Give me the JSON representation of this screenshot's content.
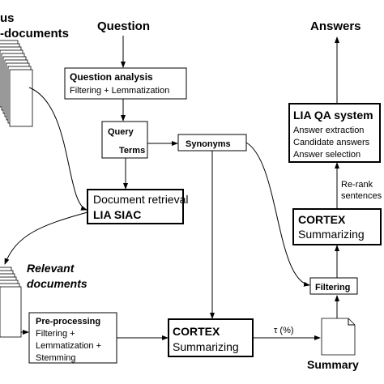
{
  "title": {
    "question": "Question",
    "answers": "Answers",
    "corpus_line1": "us",
    "corpus_line2": "-documents",
    "relevant_line1": "Relevant",
    "relevant_line2": "documents",
    "summary": "Summary"
  },
  "boxes": {
    "question_analysis": {
      "title": "Question analysis",
      "subtitle": "Filtering + Lemmatization"
    },
    "query_terms": {
      "line1": "Query",
      "line2": "Terms"
    },
    "synonyms": {
      "label": "Synonyms"
    },
    "document_retrieval": {
      "line1": "Document retrieval",
      "line2": "LIA SIAC"
    },
    "preprocessing": {
      "title": "Pre-processing",
      "line1": "Filtering +",
      "line2": "Lemmatization +",
      "line3": "Stemming"
    },
    "cortex_bottom": {
      "line1": "CORTEX",
      "line2": "Summarizing"
    },
    "cortex_right": {
      "line1": "CORTEX",
      "line2": "Summarizing"
    },
    "filtering": {
      "label": "Filtering"
    },
    "lia_qa": {
      "title": "LIA QA system",
      "line1": "Answer extraction",
      "line2": "Candidate answers",
      "line3": "Answer selection"
    }
  },
  "labels": {
    "rerank_line1": "Re-rank",
    "rerank_line2": "sentences",
    "tau": "τ  (%)"
  }
}
